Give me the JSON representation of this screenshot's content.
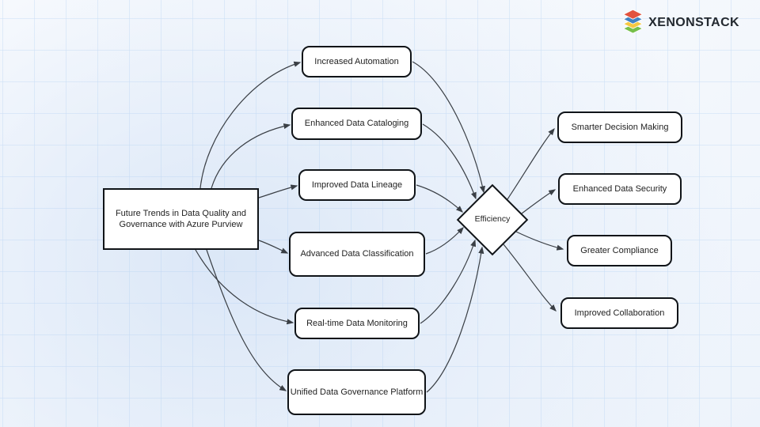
{
  "logo": {
    "text": "XENONSTACK"
  },
  "colors": {
    "logo-red": "#e2533f",
    "logo-blue": "#4182c3",
    "logo-yellow": "#f6c844",
    "logo-green": "#76bf4a",
    "logo-text": "#23292f",
    "node-border": "#101418",
    "node-fill": "#ffffff",
    "edge": "#3a3f45",
    "grid-line": "rgba(173,205,241,0.55)",
    "bg-tint": "#dbe7f7"
  },
  "diagram": {
    "root": {
      "label": "Future Trends in Data Quality and Governance with Azure Purview"
    },
    "trends": [
      {
        "label": "Increased Automation"
      },
      {
        "label": "Enhanced Data Cataloging"
      },
      {
        "label": "Improved Data Lineage"
      },
      {
        "label": "Advanced Data Classification"
      },
      {
        "label": "Real-time Data Monitoring"
      },
      {
        "label": "Unified Data Governance Platform"
      }
    ],
    "hub": {
      "label": "Efficiency"
    },
    "outcomes": [
      {
        "label": "Smarter Decision Making"
      },
      {
        "label": "Enhanced Data Security"
      },
      {
        "label": "Greater Compliance"
      },
      {
        "label": "Improved Collaboration"
      }
    ]
  }
}
